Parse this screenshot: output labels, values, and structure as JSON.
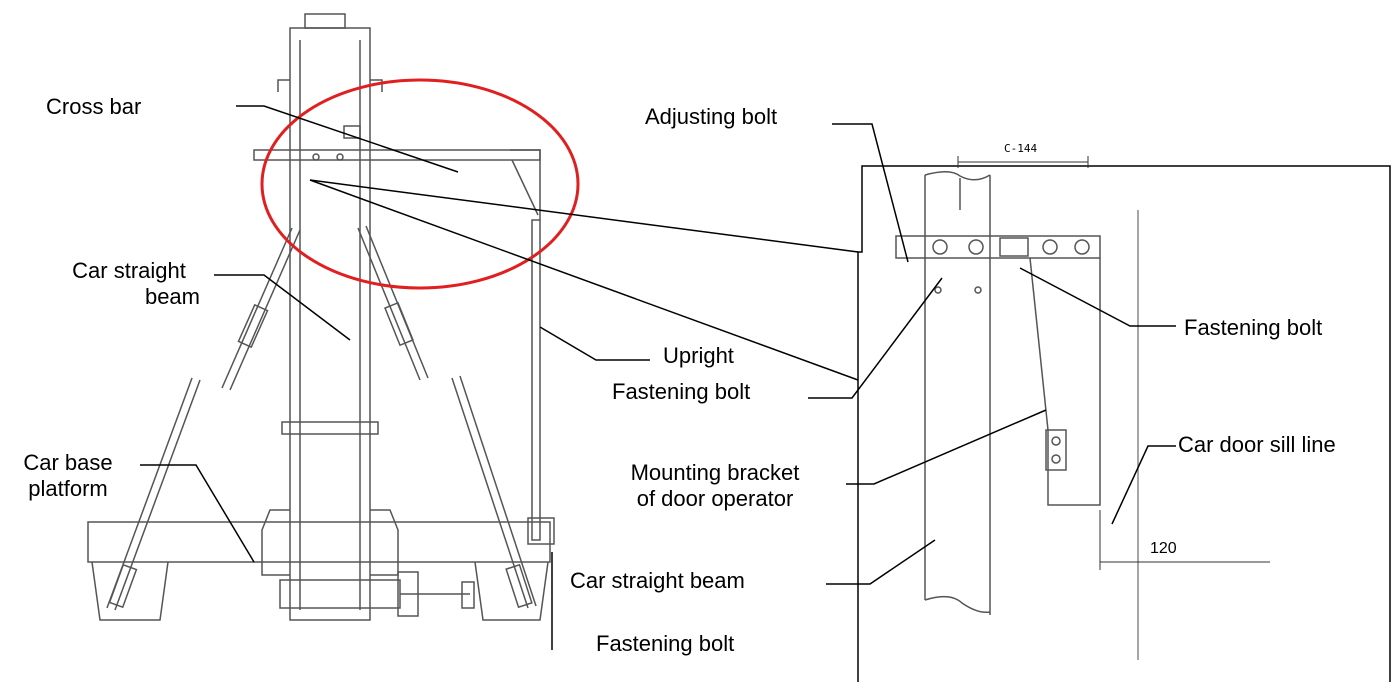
{
  "labels": {
    "cross_bar": "Cross bar",
    "car_straight_beam_left_l1": "Car straight",
    "car_straight_beam_left_l2": "beam",
    "car_base_platform_l1": "Car base",
    "car_base_platform_l2": "platform",
    "upright": "Upright",
    "fastening_bolt_middle": "Fastening bolt",
    "fastening_bolt_bottom": "Fastening bolt",
    "adjusting_bolt": "Adjusting bolt",
    "fastening_bolt_right": "Fastening bolt",
    "car_door_sill_line": "Car door sill line",
    "mounting_bracket_l1": "Mounting bracket",
    "mounting_bracket_l2": "of door operator",
    "car_straight_beam_right": "Car straight beam"
  },
  "dimensions": {
    "sill_offset": "120",
    "bolt_spacing": "C-144"
  },
  "colors": {
    "drawing_line": "#555555",
    "leader_line": "#000000",
    "highlight_ellipse": "#e02020"
  }
}
